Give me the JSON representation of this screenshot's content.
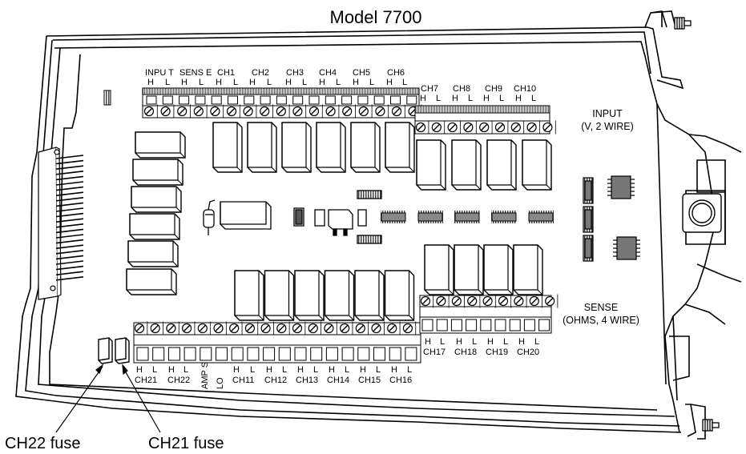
{
  "title": "Model 7700",
  "top_row": {
    "groups": [
      {
        "name": "INPU T",
        "h": "H",
        "l": "L"
      },
      {
        "name": "SENS E",
        "h": "H",
        "l": "L"
      },
      {
        "name": "CH1",
        "h": "H",
        "l": "L"
      },
      {
        "name": "CH2",
        "h": "H",
        "l": "L"
      },
      {
        "name": "CH3",
        "h": "H",
        "l": "L"
      },
      {
        "name": "CH4",
        "h": "H",
        "l": "L"
      },
      {
        "name": "CH5",
        "h": "H",
        "l": "L"
      },
      {
        "name": "CH6",
        "h": "H",
        "l": "L"
      }
    ]
  },
  "right_top_row": {
    "groups": [
      {
        "name": "CH7",
        "h": "H",
        "l": "L"
      },
      {
        "name": "CH8",
        "h": "H",
        "l": "L"
      },
      {
        "name": "CH9",
        "h": "H",
        "l": "L"
      },
      {
        "name": "CH10",
        "h": "H",
        "l": "L"
      }
    ]
  },
  "input_label": {
    "line1": "INPUT",
    "line2": "(V, 2 WIRE)"
  },
  "sense_label": {
    "line1": "SENSE",
    "line2": "(OHMS, 4 WIRE)"
  },
  "bottom_row": {
    "groups": [
      {
        "name": "CH21",
        "h": "H",
        "l": "L"
      },
      {
        "name": "CH22",
        "h": "H",
        "l": "L"
      },
      {
        "name": "CH11",
        "h": "H",
        "l": "L"
      },
      {
        "name": "CH12",
        "h": "H",
        "l": "L"
      },
      {
        "name": "CH13",
        "h": "H",
        "l": "L"
      },
      {
        "name": "CH14",
        "h": "H",
        "l": "L"
      },
      {
        "name": "CH15",
        "h": "H",
        "l": "L"
      },
      {
        "name": "CH16",
        "h": "H",
        "l": "L"
      }
    ],
    "amps": "AMP S",
    "lo": "LO"
  },
  "right_bottom_row": {
    "groups": [
      {
        "name": "CH17",
        "h": "H",
        "l": "L"
      },
      {
        "name": "CH18",
        "h": "H",
        "l": "L"
      },
      {
        "name": "CH19",
        "h": "H",
        "l": "L"
      },
      {
        "name": "CH20",
        "h": "H",
        "l": "L"
      }
    ]
  },
  "fuse_labels": {
    "ch22": "CH22 fuse",
    "ch21": "CH21 fuse"
  }
}
